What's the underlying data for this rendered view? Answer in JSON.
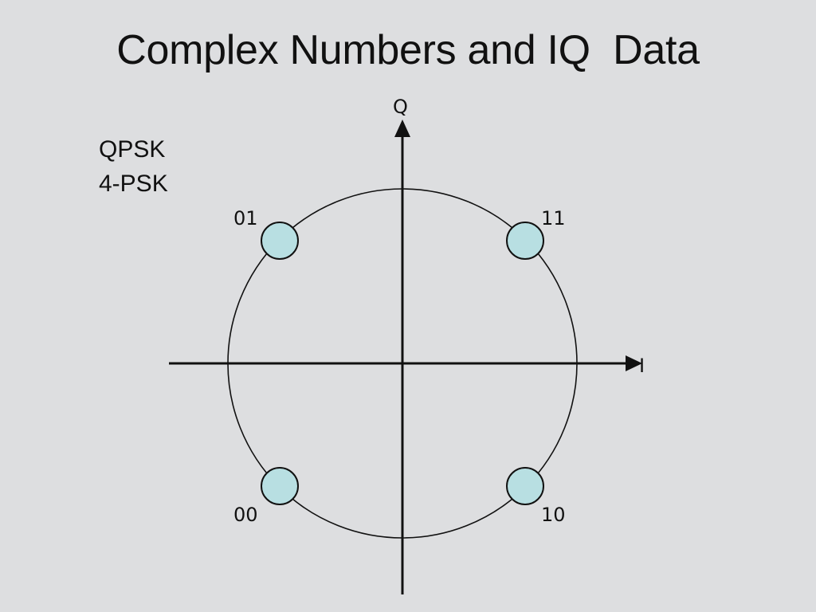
{
  "slide": {
    "title": "Complex Numbers and IQ  Data",
    "modulation_name": "QPSK",
    "modulation_alias": "4-PSK"
  },
  "diagram": {
    "axes": {
      "horizontal_label": "I",
      "vertical_label": "Q"
    },
    "constellation_points": [
      {
        "bits": "11",
        "i": 1,
        "q": 1
      },
      {
        "bits": "01",
        "i": -1,
        "q": 1
      },
      {
        "bits": "00",
        "i": -1,
        "q": -1
      },
      {
        "bits": "10",
        "i": 1,
        "q": -1
      }
    ],
    "colors": {
      "background": "#dddee0",
      "point_fill": "#b8dfe2",
      "stroke": "#111111"
    }
  }
}
